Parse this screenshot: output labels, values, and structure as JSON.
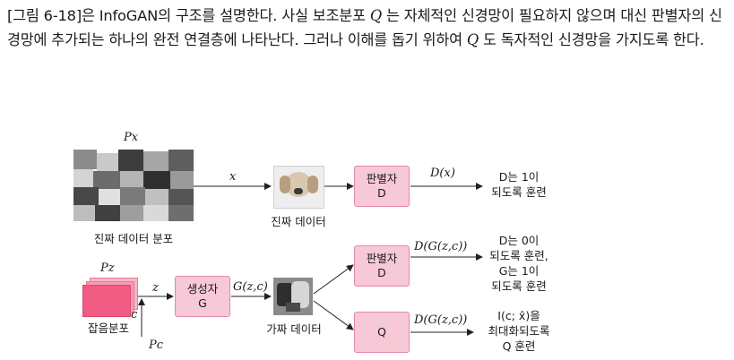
{
  "paragraph": {
    "part1": "[그림 6-18]은 InfoGAN의 구조를 설명한다. 사실 보조분포 ",
    "q1": "Q",
    "part2": " 는 자체적인 신경망이 필요하지 않으며 대신 판별자의 신경망에 추가되는 하나의 완전 연결층에 나타난다. 그러나 이해를 돕기 위하여 ",
    "q2": "Q",
    "part3": " 도 독자적인 신경망을 가지도록 한다."
  },
  "figure": {
    "top": {
      "px_label": "Px",
      "real_dist_label": "진짜 데이터 분포",
      "x_label": "x",
      "real_data_label": "진짜 데이터",
      "disc_title": "판별자",
      "disc_sub": "D",
      "dx_label": "D(x)",
      "note_line1": "D는 1이",
      "note_line2": "되도록 훈련"
    },
    "bottom": {
      "pz_label": "Pz",
      "noise_label": "잡음분포",
      "z_label": "z",
      "c_label": "c",
      "pc_label": "Pc",
      "gen_title": "생성자",
      "gen_sub": "G",
      "gzc_label": "G(z,c)",
      "fake_data_label": "가짜 데이터",
      "disc_title": "판별자",
      "disc_sub": "D",
      "dgzc_label_1": "D(G(z,c))",
      "note1_line1": "D는 0이",
      "note1_line2": "되도록 훈련,",
      "note1_line3": "G는 1이",
      "note1_line4": "되도록 훈련",
      "q_box": "Q",
      "dgzc_label_2": "D(G(z,c))",
      "note2_line1": "I(c; x̂)을",
      "note2_line2": "최대화되도록",
      "note2_line3": "Q 훈련"
    }
  },
  "colors": {
    "box_fill": "#f7c8d6",
    "box_border": "#e38aa6",
    "noise_front": "#f25b84",
    "noise_back": "#f79ab3"
  }
}
